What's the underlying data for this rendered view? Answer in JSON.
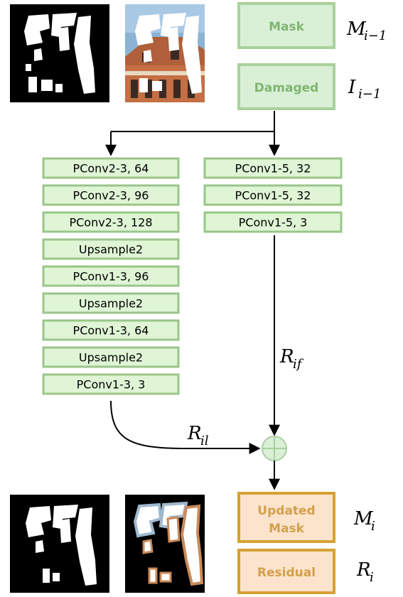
{
  "colors": {
    "layer_fill": "#dff5d6",
    "layer_stroke": "#9bc58a",
    "input_fill": "#d9efd6",
    "input_stroke": "#a9d19b",
    "input_text": "#7fb670",
    "output_fill": "#fce3cc",
    "output_stroke": "#d6a132",
    "output_text": "#d2a04c",
    "plus_fill": "#d9efd6",
    "plus_stroke": "#a9cfa0"
  },
  "inputs": {
    "mask": {
      "label": "Mask",
      "symbol": "M",
      "subscript": "i−1"
    },
    "damaged": {
      "label": "Damaged",
      "symbol": "I",
      "subscript": "i−1"
    }
  },
  "left_branch": [
    "PConv2-3, 64",
    "PConv2-3, 96",
    "PConv2-3, 128",
    "Upsample2",
    "PConv1-3, 96",
    "Upsample2",
    "PConv1-3, 64",
    "Upsample2",
    "PConv1-3, 3"
  ],
  "right_branch": [
    "PConv1-5, 32",
    "PConv1-5, 32",
    "PConv1-5, 3"
  ],
  "edge_labels": {
    "r_if": {
      "symbol": "R",
      "subscript": "if"
    },
    "r_il": {
      "symbol": "R",
      "subscript": "il"
    }
  },
  "outputs": {
    "updated_mask": {
      "label_line1": "Updated",
      "label_line2": "Mask",
      "symbol": "M",
      "subscript": "i"
    },
    "residual": {
      "label": "Residual",
      "symbol": "R",
      "subscript": "i"
    }
  },
  "icons": [
    "mask-image-top",
    "damaged-photo-image",
    "mask-image-bottom",
    "residual-image",
    "sum-node-icon"
  ]
}
